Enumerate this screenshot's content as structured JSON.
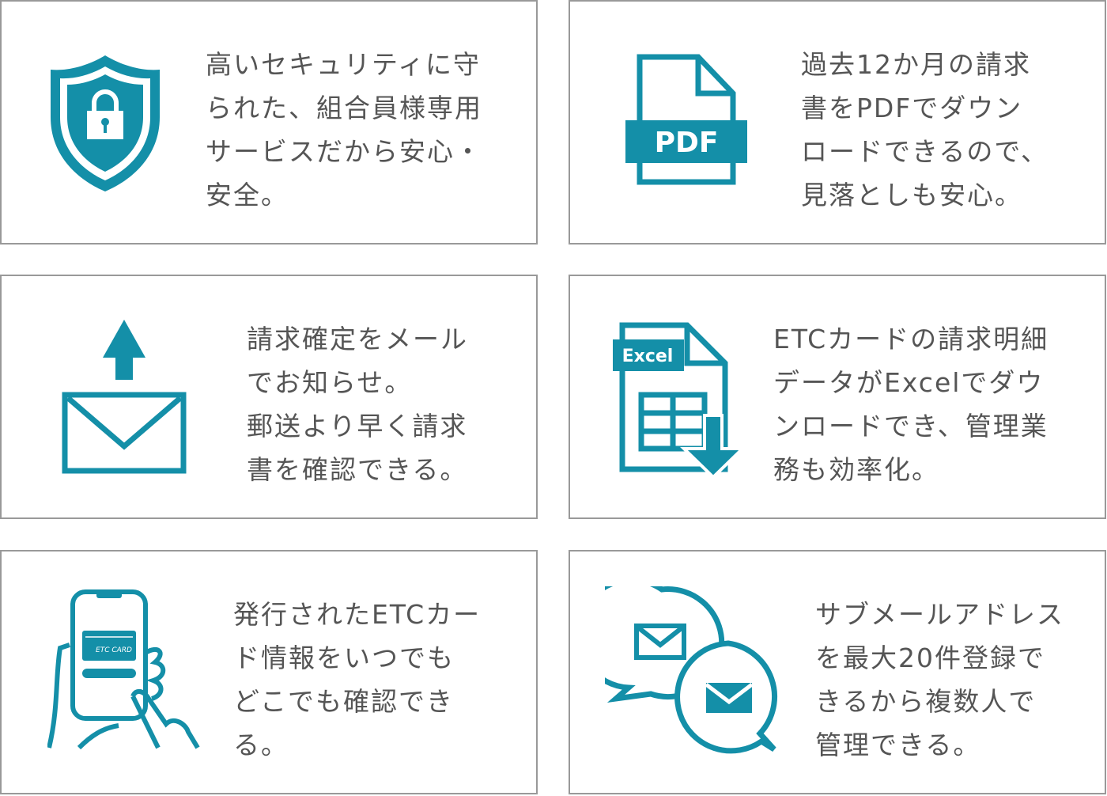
{
  "accent": "#148fa8",
  "cards": [
    {
      "icon": "shield-lock-icon",
      "lines": [
        "高いセキュリティに守",
        "られた、組合員様専用",
        "サービスだから安心・",
        "安全。"
      ]
    },
    {
      "icon": "pdf-file-icon",
      "icon_label": "PDF",
      "lines": [
        "過去12か月の請求",
        "書をPDFでダウン",
        "ロードできるので、",
        "見落としも安心。"
      ]
    },
    {
      "icon": "mail-upload-icon",
      "lines": [
        "請求確定をメール",
        "でお知らせ。",
        "郵送より早く請求",
        "書を確認できる。"
      ]
    },
    {
      "icon": "excel-download-icon",
      "icon_label": "Excel",
      "lines": [
        "ETCカードの請求明細",
        "データがExcelでダウ",
        "ンロードでき、管理業",
        "務も効率化。"
      ]
    },
    {
      "icon": "phone-etc-card-icon",
      "icon_label": "ETC CARD",
      "lines": [
        "発行されたETCカー",
        "ド情報をいつでも",
        "どこでも確認でき",
        "る。"
      ]
    },
    {
      "icon": "mail-chat-icon",
      "lines": [
        "サブメールアドレス",
        "を最大20件登録で",
        "きるから複数人で",
        "管理できる。"
      ]
    }
  ]
}
